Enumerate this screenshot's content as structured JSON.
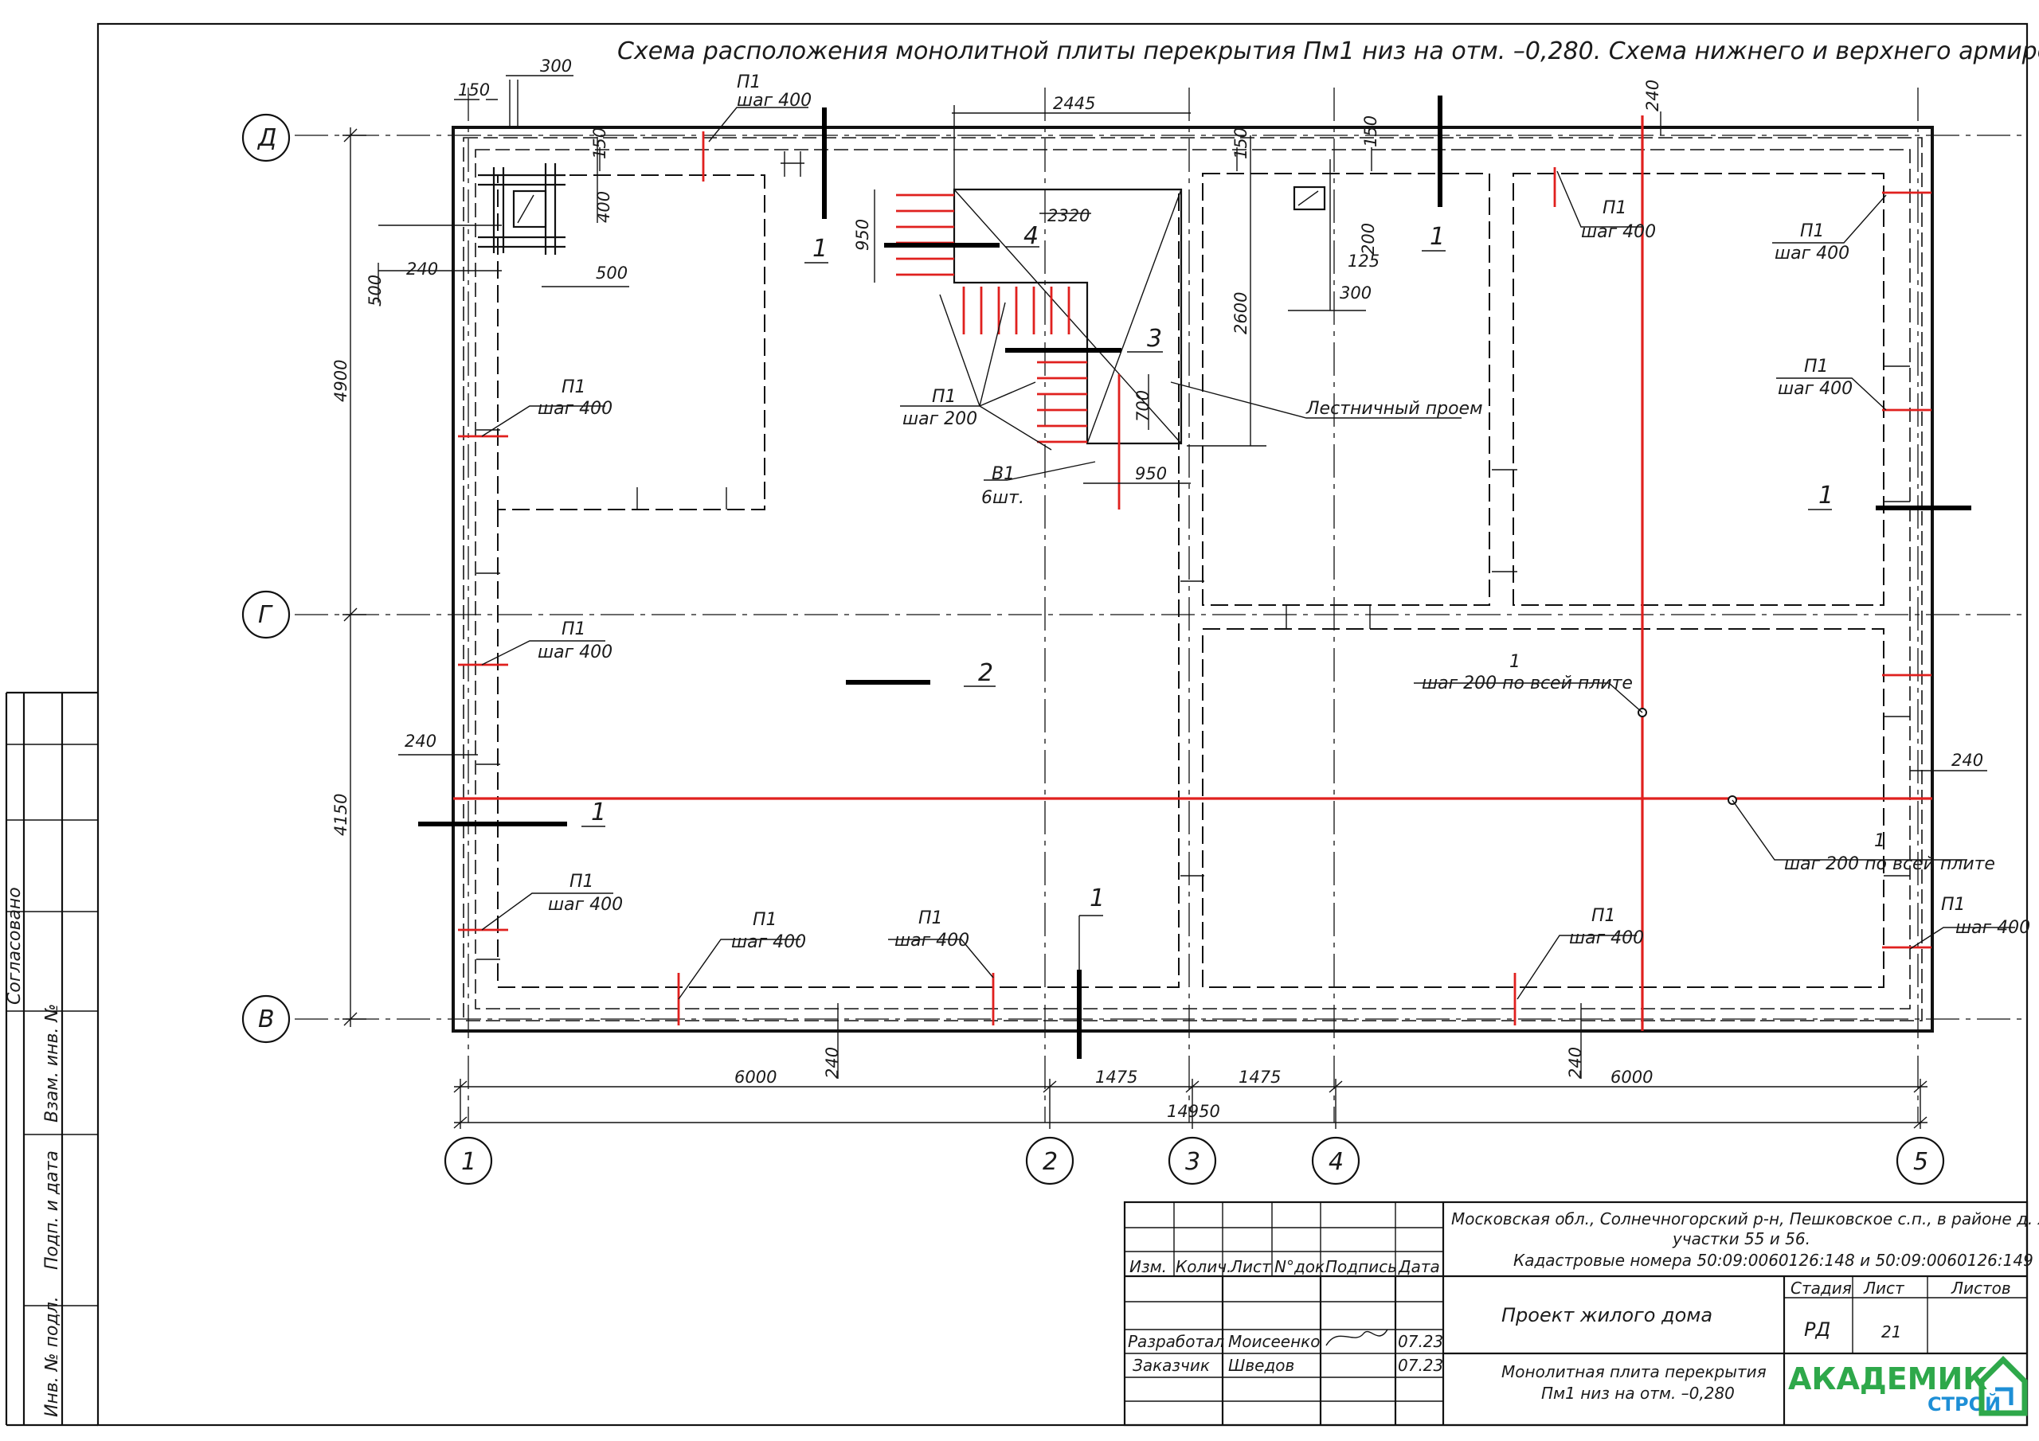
{
  "title": "Схема расположения монолитной плиты перекрытия Пм1 низ на отм. –0,280. Схема нижнего и верхнего армирования",
  "axes": {
    "rows": [
      "Д",
      "Г",
      "В"
    ],
    "columns": [
      "1",
      "2",
      "3",
      "4",
      "5"
    ]
  },
  "dimensions": {
    "d150": "150",
    "d300": "300",
    "d240": "240",
    "d500": "500",
    "d400": "400",
    "d125": "125",
    "d200": "200",
    "d2445": "2445",
    "d2320": "2320",
    "d950": "950",
    "d2600": "2600",
    "d700": "700",
    "d4900": "4900",
    "d4150": "4150",
    "d6000": "6000",
    "d1475": "1475",
    "d14950": "14950"
  },
  "labels": {
    "p1": "П1",
    "step400": "шаг 400",
    "step200": "шаг 200",
    "step200_all": "шаг 200 по всей плите",
    "b1": "В1",
    "b1_count": "6шт.",
    "stair_opening": "Лестничный проем",
    "m1": "1",
    "m2": "2",
    "m3": "3",
    "m4": "4"
  },
  "side_stamp": {
    "agreed": "Согласовано",
    "replaced": "Взам. инв. №",
    "sign_date": "Подп. и дата",
    "inv_orig": "Инв. № подл."
  },
  "title_block": {
    "headers": [
      "Изм.",
      "Колич.",
      "Лист",
      "N°док.",
      "Подпись",
      "Дата"
    ],
    "address_line1": "Московская обл., Солнечногорский р-н, Пешковское с.п., в районе д. Холмы",
    "address_line2": "участки 55 и 56.",
    "address_line3": "Кадастровые номера 50:09:0060126:148 и 50:09:0060126:149",
    "project": "Проект жилого дома",
    "sheet_title_1": "Монолитная плита перекрытия",
    "sheet_title_2": "Пм1 низ на отм. –0,280",
    "stage_label": "Стадия",
    "sheet_label": "Лист",
    "sheets_label": "Листов",
    "stage": "РД",
    "sheet": "21",
    "sheets": "",
    "developed_label": "Разработал",
    "developed_name": "Моисеенко",
    "developed_date": "07.23",
    "customer_label": "Заказчик",
    "customer_name": "Шведов",
    "customer_date": "07.23",
    "logo_word1": "АКАДЕМИК",
    "logo_word2": "СТРОЙ"
  },
  "colors": {
    "reinforcement": "#e0201e",
    "lines": "#111111",
    "logo_green": "#2ea84a",
    "logo_blue": "#1e8fd6"
  }
}
